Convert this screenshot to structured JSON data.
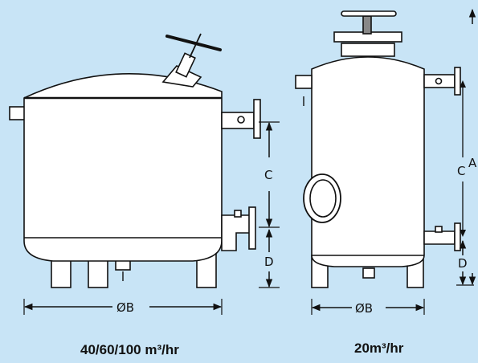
{
  "colors": {
    "background": "#c8e4f6",
    "tank_fill": "#ffffff",
    "outline": "#111111"
  },
  "dimensions": {
    "left": {
      "c": "C",
      "d": "D",
      "b": "ØB"
    },
    "right": {
      "c": "C",
      "d": "D",
      "b": "ØB",
      "a": "A"
    }
  },
  "captions": {
    "left": "40/60/100 m³/hr",
    "right": "20m³/hr"
  }
}
